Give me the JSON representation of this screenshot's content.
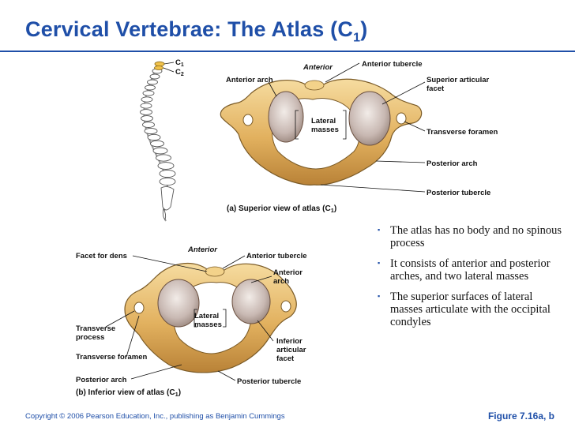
{
  "slide": {
    "title": "Cervical Vertebrae: The Atlas (C",
    "title_sub": "1",
    "title_close": ")",
    "accent_color": "#1f4fa8"
  },
  "spine_labels": {
    "c1": "C1",
    "c2": "C2"
  },
  "figure_a": {
    "caption": "(a)  Superior view of atlas (C1)",
    "labels": {
      "anterior": "Anterior",
      "anterior_tubercle": "Anterior tubercle",
      "anterior_arch": "Anterior arch",
      "superior_articular_facet_1": "Superior articular",
      "superior_articular_facet_2": "facet",
      "lateral_masses_1": "Lateral",
      "lateral_masses_2": "masses",
      "transverse_foramen": "Transverse foramen",
      "posterior_arch": "Posterior arch",
      "posterior_tubercle": "Posterior tubercle"
    }
  },
  "figure_b": {
    "caption": "(b)  Inferior view of atlas (C1)",
    "labels": {
      "anterior": "Anterior",
      "facet_for_dens": "Facet for dens",
      "anterior_tubercle": "Anterior tubercle",
      "anterior_arch_1": "Anterior",
      "anterior_arch_2": "arch",
      "lateral_masses_1": "Lateral",
      "lateral_masses_2": "masses",
      "transverse_process_1": "Transverse",
      "transverse_process_2": "process",
      "transverse_foramen": "Transverse foramen",
      "inferior_articular_facet_1": "Inferior",
      "inferior_articular_facet_2": "articular",
      "inferior_articular_facet_3": "facet",
      "posterior_arch": "Posterior arch",
      "posterior_tubercle": "Posterior tubercle"
    }
  },
  "bullets": [
    "The atlas has no body and no spinous process",
    "It consists of anterior and posterior arches, and two lateral masses",
    "The superior surfaces of lateral masses articulate with the occipital condyles"
  ],
  "footer": {
    "copyright": "Copyright © 2006 Pearson Education, Inc., publishing as Benjamin Cummings",
    "figure_ref": "Figure 7.16a, b"
  }
}
